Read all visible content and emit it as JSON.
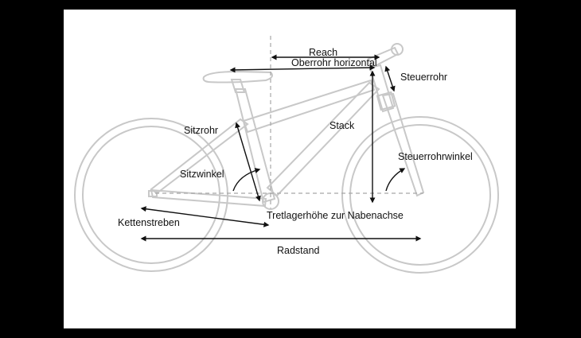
{
  "labels": {
    "reach": "Reach",
    "oberrohr": "Oberrohr horizontal",
    "steuerrohr": "Steuerrohr",
    "sitzrohr": "Sitzrohr",
    "stack": "Stack",
    "steuerrohrwinkel": "Steuerrohrwinkel",
    "sitzwinkel": "Sitzwinkel",
    "tretlager": "Tretlagerhöhe zur Nabenachse",
    "kettenstreben": "Kettenstreben",
    "radstand": "Radstand"
  },
  "colors": {
    "background": "#000000",
    "panel": "#ffffff",
    "frame": "#c8c8c8",
    "dashed": "#a8a8a8",
    "arrow": "#111111",
    "text": "#111111"
  }
}
